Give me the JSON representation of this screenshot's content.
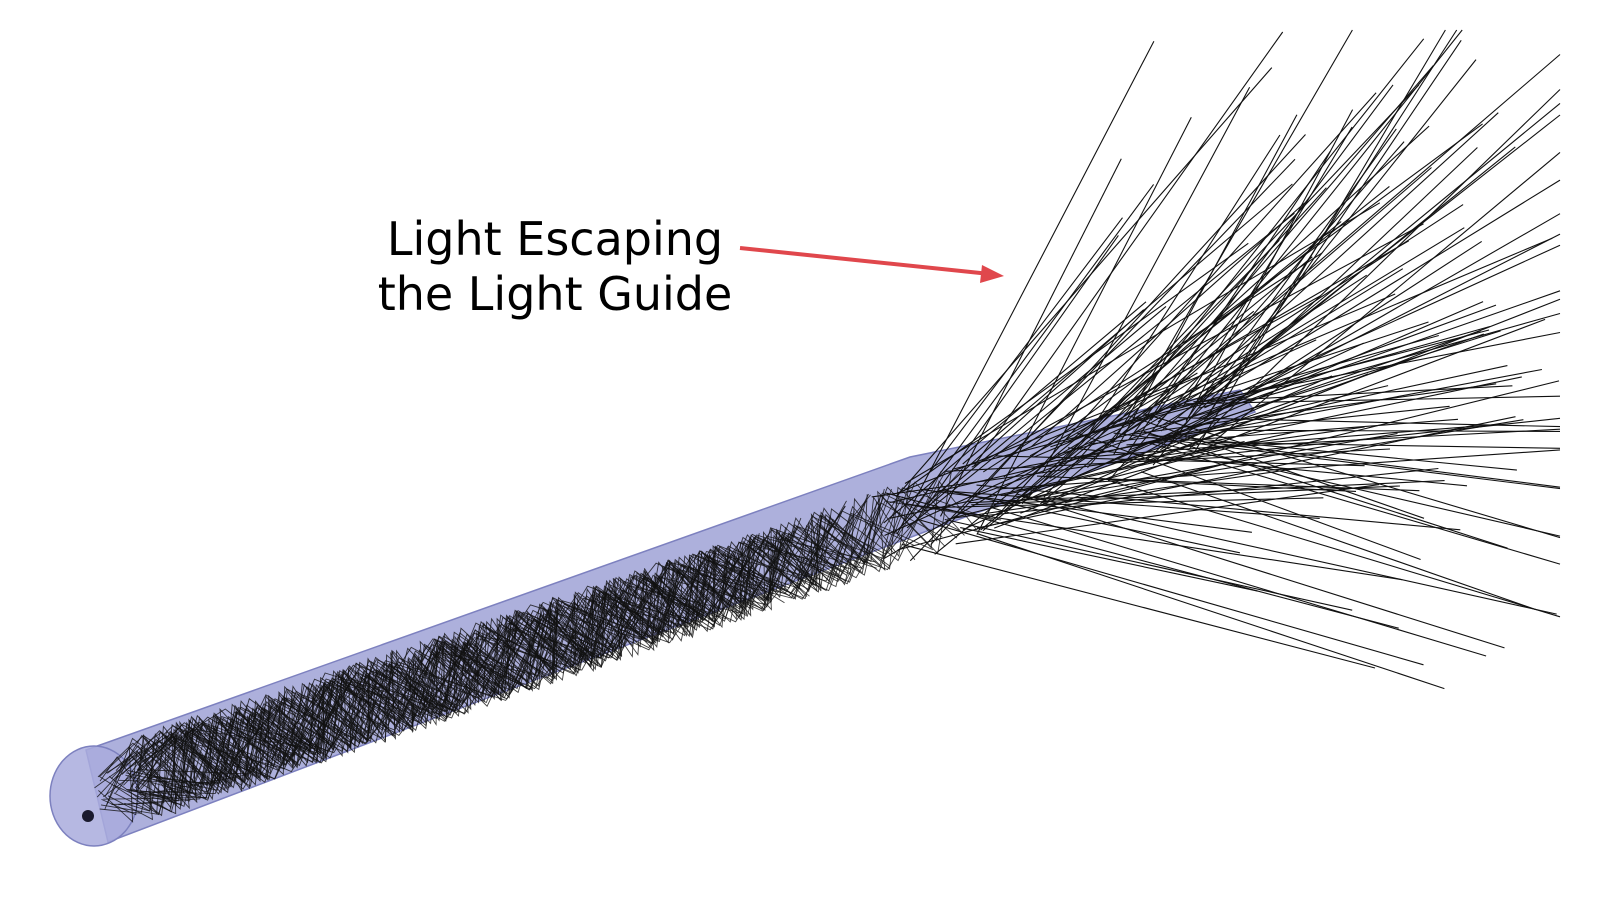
{
  "annotation": {
    "line1": "Light Escaping",
    "line2": "the Light Guide"
  },
  "colors": {
    "background": "#ffffff",
    "guide_fill": "#8e92cf",
    "guide_edge": "#7d81bf",
    "guide_end": "#a9acdd",
    "ray": "#111111",
    "arrow": "#e0474c"
  },
  "rays": {
    "internal_path_count": 70,
    "escaping_ray_count": 150
  }
}
